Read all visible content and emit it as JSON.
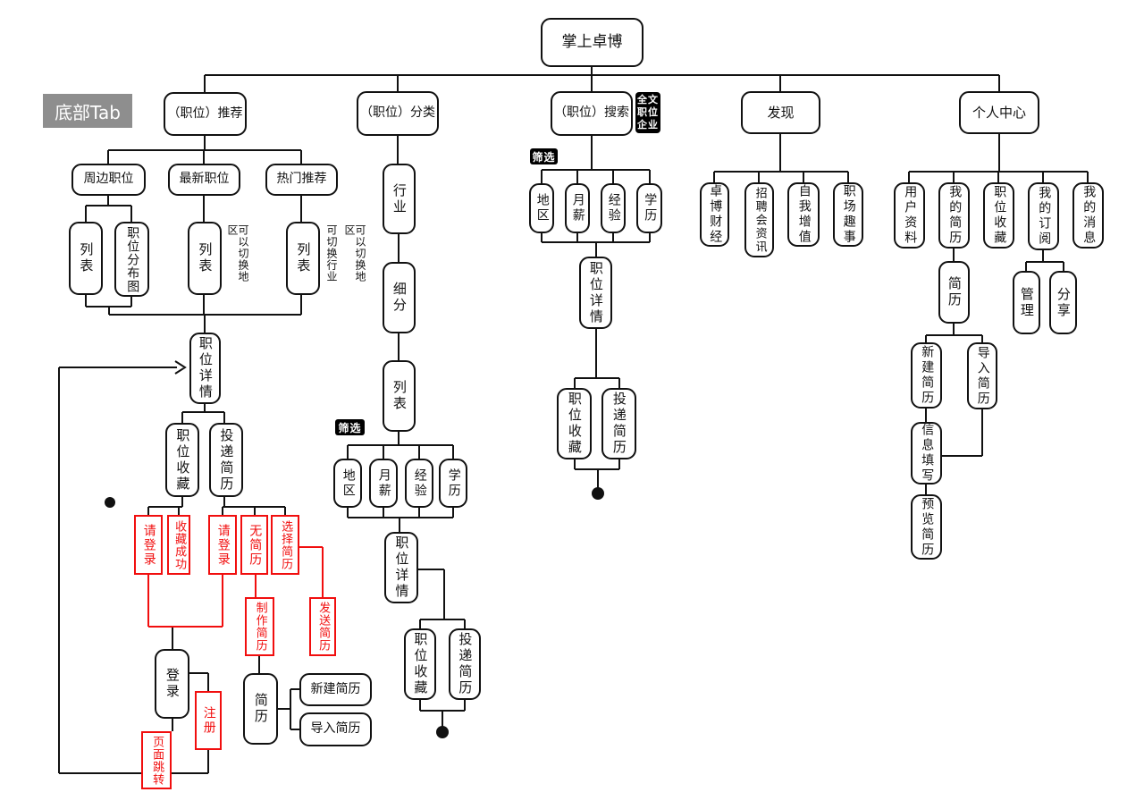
{
  "colors": {
    "line": "#111111",
    "red": "#f10e0e",
    "badge_bg": "#000000",
    "side_label_bg": "#8e8e8e"
  },
  "root": {
    "label": "掌上卓博"
  },
  "side_label": "底部Tab",
  "tabs": {
    "recommend": "（职位）推荐",
    "category": "（职位）分类",
    "search": "（职位）搜索",
    "discover": "发现",
    "profile": "个人中心"
  },
  "badges": {
    "search_scope": [
      "全文",
      "职位",
      "企业"
    ],
    "filter_category": "筛选",
    "filter_search": "筛选"
  },
  "recommend": {
    "nearby": "周边职位",
    "newest": "最新职位",
    "hot": "热门推荐",
    "nearby_list": "列表",
    "job_map": "职位分布图",
    "newest_list": "列表",
    "hot_list": "列表",
    "note_newest": "可以切换地区",
    "note_hot_industry": "可切换行业",
    "note_hot_area": "可以切换地区",
    "job_detail": "职位详情",
    "collect": "职位收藏",
    "apply": "投递简历",
    "login_required_1": "请登录",
    "collect_success": "收藏成功",
    "login_required_2": "请登录",
    "no_resume": "无简历",
    "choose_resume": "选择简历",
    "make_resume": "制作简历",
    "send_resume": "发送简历",
    "login": "登录",
    "register": "注册",
    "page_jump": "页面跳转",
    "resume": "简历",
    "new_resume": "新建简历",
    "import_resume": "导入简历"
  },
  "category": {
    "industry": "行业",
    "subdivide": "细分",
    "list": "列表",
    "area": "地区",
    "salary": "月薪",
    "experience": "经验",
    "education": "学历",
    "job_detail": "职位详情",
    "collect": "职位收藏",
    "apply": "投递简历"
  },
  "search": {
    "area": "地区",
    "salary": "月薪",
    "experience": "经验",
    "education": "学历",
    "job_detail": "职位详情",
    "collect": "职位收藏",
    "apply": "投递简历"
  },
  "discover": {
    "finance": "卓博财经",
    "fair_news": "招聘会资讯",
    "self_improve": "自我增值",
    "workplace_fun": "职场趣事"
  },
  "profile": {
    "user_info": "用户资料",
    "my_resume": "我的简历",
    "job_collect": "职位收藏",
    "my_subscribe": "我的订阅",
    "my_message": "我的消息",
    "resume": "简历",
    "manage": "管理",
    "share": "分享",
    "new_resume": "新建简历",
    "import_resume": "导入简历",
    "info_fill": "信息填写",
    "preview_resume": "预览简历"
  }
}
